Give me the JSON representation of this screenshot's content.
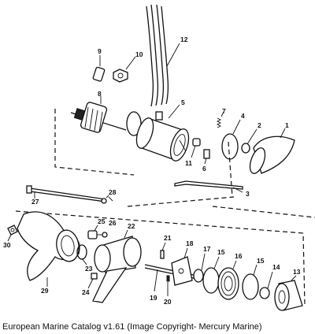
{
  "caption": "European Marine Catalog v1.61 (Image Copyright- Mercury Marine)",
  "callouts": {
    "n1": "1",
    "n2": "2",
    "n3": "3",
    "n4": "4",
    "n5": "5",
    "n6": "6",
    "n7": "7",
    "n8": "8",
    "n9": "9",
    "n10": "10",
    "n11": "11",
    "n12": "12",
    "n13": "13",
    "n14": "14",
    "n15a": "15",
    "n15b": "15",
    "n16": "16",
    "n17": "17",
    "n18": "18",
    "n19": "19",
    "n20": "20",
    "n21": "21",
    "n22": "22",
    "n23": "23",
    "n24": "24",
    "n25": "25",
    "n26": "26",
    "n27": "27",
    "n28": "28",
    "n29": "29",
    "n30": "30"
  }
}
